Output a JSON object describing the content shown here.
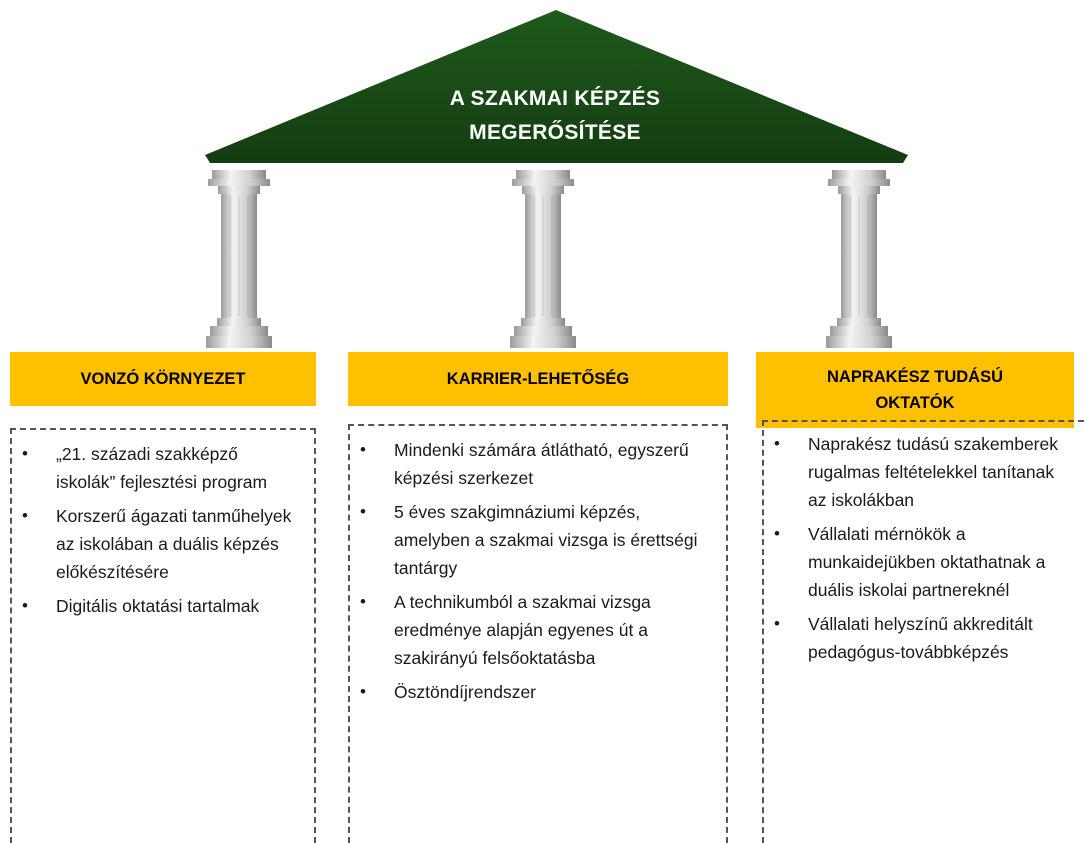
{
  "roof": {
    "line1": "A SZAKMAI KÉPZÉS",
    "line2": "MEGERŐSÍTÉSE",
    "color": "#1e5219"
  },
  "columns": [
    {
      "header": "VONZÓ KÖRNYEZET",
      "items": [
        "„21. századi szakképző iskolák” fejlesztési program",
        "Korszerű ágazati tanműhelyek az iskolában a duális képzés előkészítésére",
        "Digitális oktatási tartalmak"
      ]
    },
    {
      "header": "KARRIER-LEHETŐSÉG",
      "items": [
        "Mindenki számára átlátható, egyszerű képzési szerkezet",
        "5 éves szakgimnáziumi képzés, amelyben a szakmai vizsga is érettségi tantárgy",
        "A technikumból a szakmai vizsga eredménye alapján egyenes út a szakirányú felsőoktatásba",
        "Ösztöndíjrendszer"
      ]
    },
    {
      "header_line1": "NAPRAKÉSZ TUDÁSÚ",
      "header_line2": "OKTATÓK",
      "items": [
        "Naprakész tudású szakemberek rugalmas feltételekkel tanítanak az iskolákban",
        "Vállalati mérnökök a munkaidejükben oktathatnak a duális iskolai partnereknél",
        "Vállalati helyszínű akkreditált pedagógus-továbbképzés"
      ]
    }
  ],
  "colors": {
    "header": "#ffc000",
    "roof": "#1e5219"
  }
}
